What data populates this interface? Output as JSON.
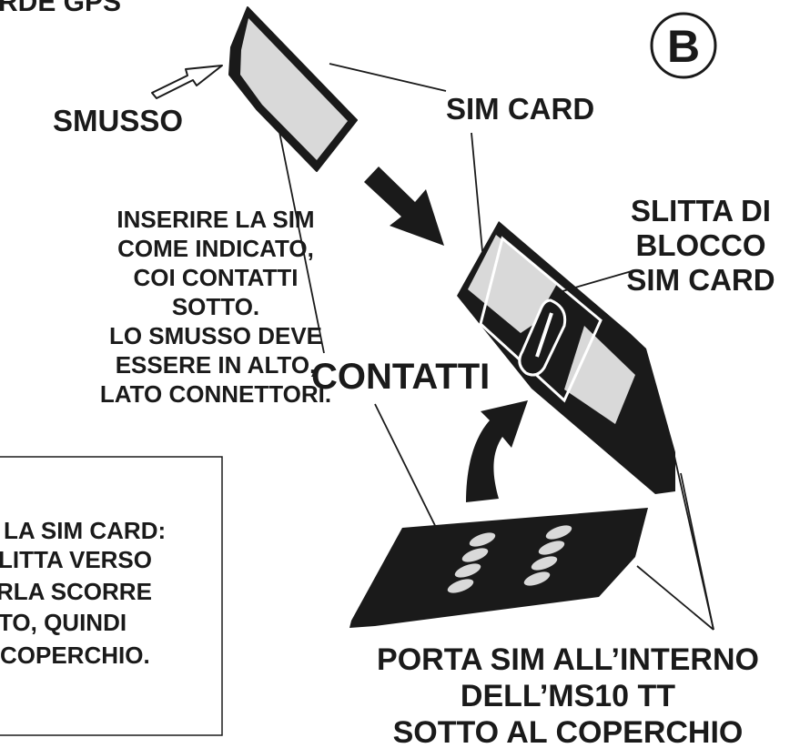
{
  "header_fragment": "RDE GPS",
  "badge": "B",
  "labels": {
    "smusso": "SMUSSO",
    "sim_card": "SIM CARD",
    "contatti": "CONTATTI",
    "slitta": [
      "SLITTA DI",
      "BLOCCO",
      "SIM CARD"
    ],
    "porta": [
      "PORTA SIM ALL’INTERNO",
      "DELL’MS10 TT",
      "SOTTO AL COPERCHIO"
    ]
  },
  "instructions": [
    "INSERIRE LA SIM",
    "COME INDICATO,",
    "COI CONTATTI",
    "SOTTO.",
    "LO SMUSSO DEVE",
    "ESSERE IN ALTO,",
    "LATO CONNETTORI."
  ],
  "note_box": [
    "LA SIM CARD:",
    "LITTA VERSO",
    "RLA SCORRE",
    "TO, QUINDI",
    "COPERCHIO."
  ],
  "colors": {
    "ink": "#1a1a1a",
    "card_fill": "#d9d9d9",
    "background": "#ffffff"
  }
}
